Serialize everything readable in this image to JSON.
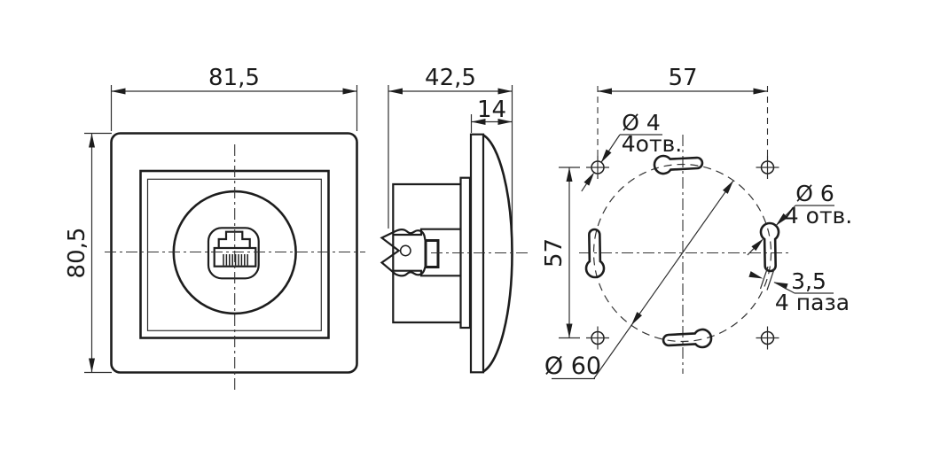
{
  "drawing": {
    "type": "technical-drawing",
    "subject": "wall-socket-rj45-dimension-drawing",
    "colors": {
      "background": "#ffffff",
      "line": "#1d1d1d",
      "thin_line": "#2e2e2e",
      "text": "#1a1a1a"
    },
    "front_view": {
      "width_dim": "81,5",
      "height_dim": "80,5"
    },
    "side_view": {
      "total_depth_dim": "42,5",
      "frame_depth_dim": "14"
    },
    "mounting_view": {
      "hole_spacing_h_dim": "57",
      "hole_spacing_v_dim": "57",
      "corner_hole_dia": "Ø 4",
      "corner_hole_qty": "4отв.",
      "keyhole_dia": "Ø 6",
      "keyhole_qty": "4 отв.",
      "slot_width_dim": "3,5",
      "slot_qty": "4 паза",
      "mount_circle_dia": "Ø 60"
    }
  }
}
